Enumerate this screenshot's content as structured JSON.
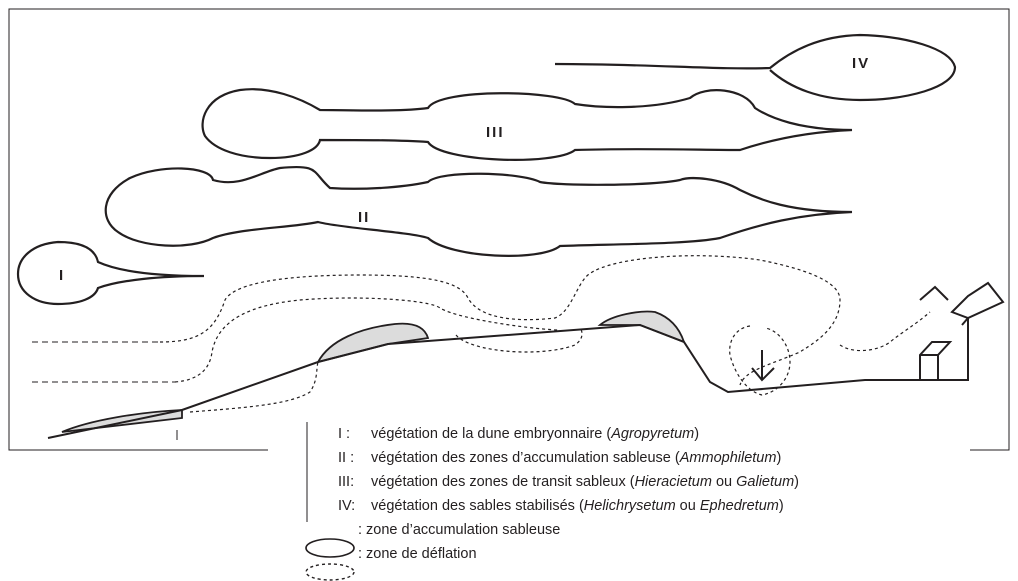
{
  "zones": {
    "I": "I",
    "II": "II",
    "III": "III",
    "IV": "IV"
  },
  "legend": {
    "items": [
      {
        "num": "I",
        "sep": " : ",
        "pre": "végétation de la dune embryonnaire (",
        "name": "Agropyretum",
        "mid": "",
        "name2": "",
        "post": ")"
      },
      {
        "num": "II",
        "sep": " : ",
        "pre": "végétation des zones d’accumulation sableuse (",
        "name": "Ammophiletum",
        "mid": "",
        "name2": "",
        "post": ")"
      },
      {
        "num": "III",
        "sep": ": ",
        "pre": "végétation des zones de transit sableux (",
        "name": "Hieracietum",
        "mid": " ou ",
        "name2": "Galietum",
        "post": ")"
      },
      {
        "num": "IV",
        "sep": ": ",
        "pre": "végétation des sables stabilisés (",
        "name": "Helichrysetum",
        "mid": " ou ",
        "name2": "Ephedretum",
        "post": ")"
      }
    ],
    "accumulation": ": zone d’accumulation sableuse",
    "deflation": ": zone de déflation"
  }
}
